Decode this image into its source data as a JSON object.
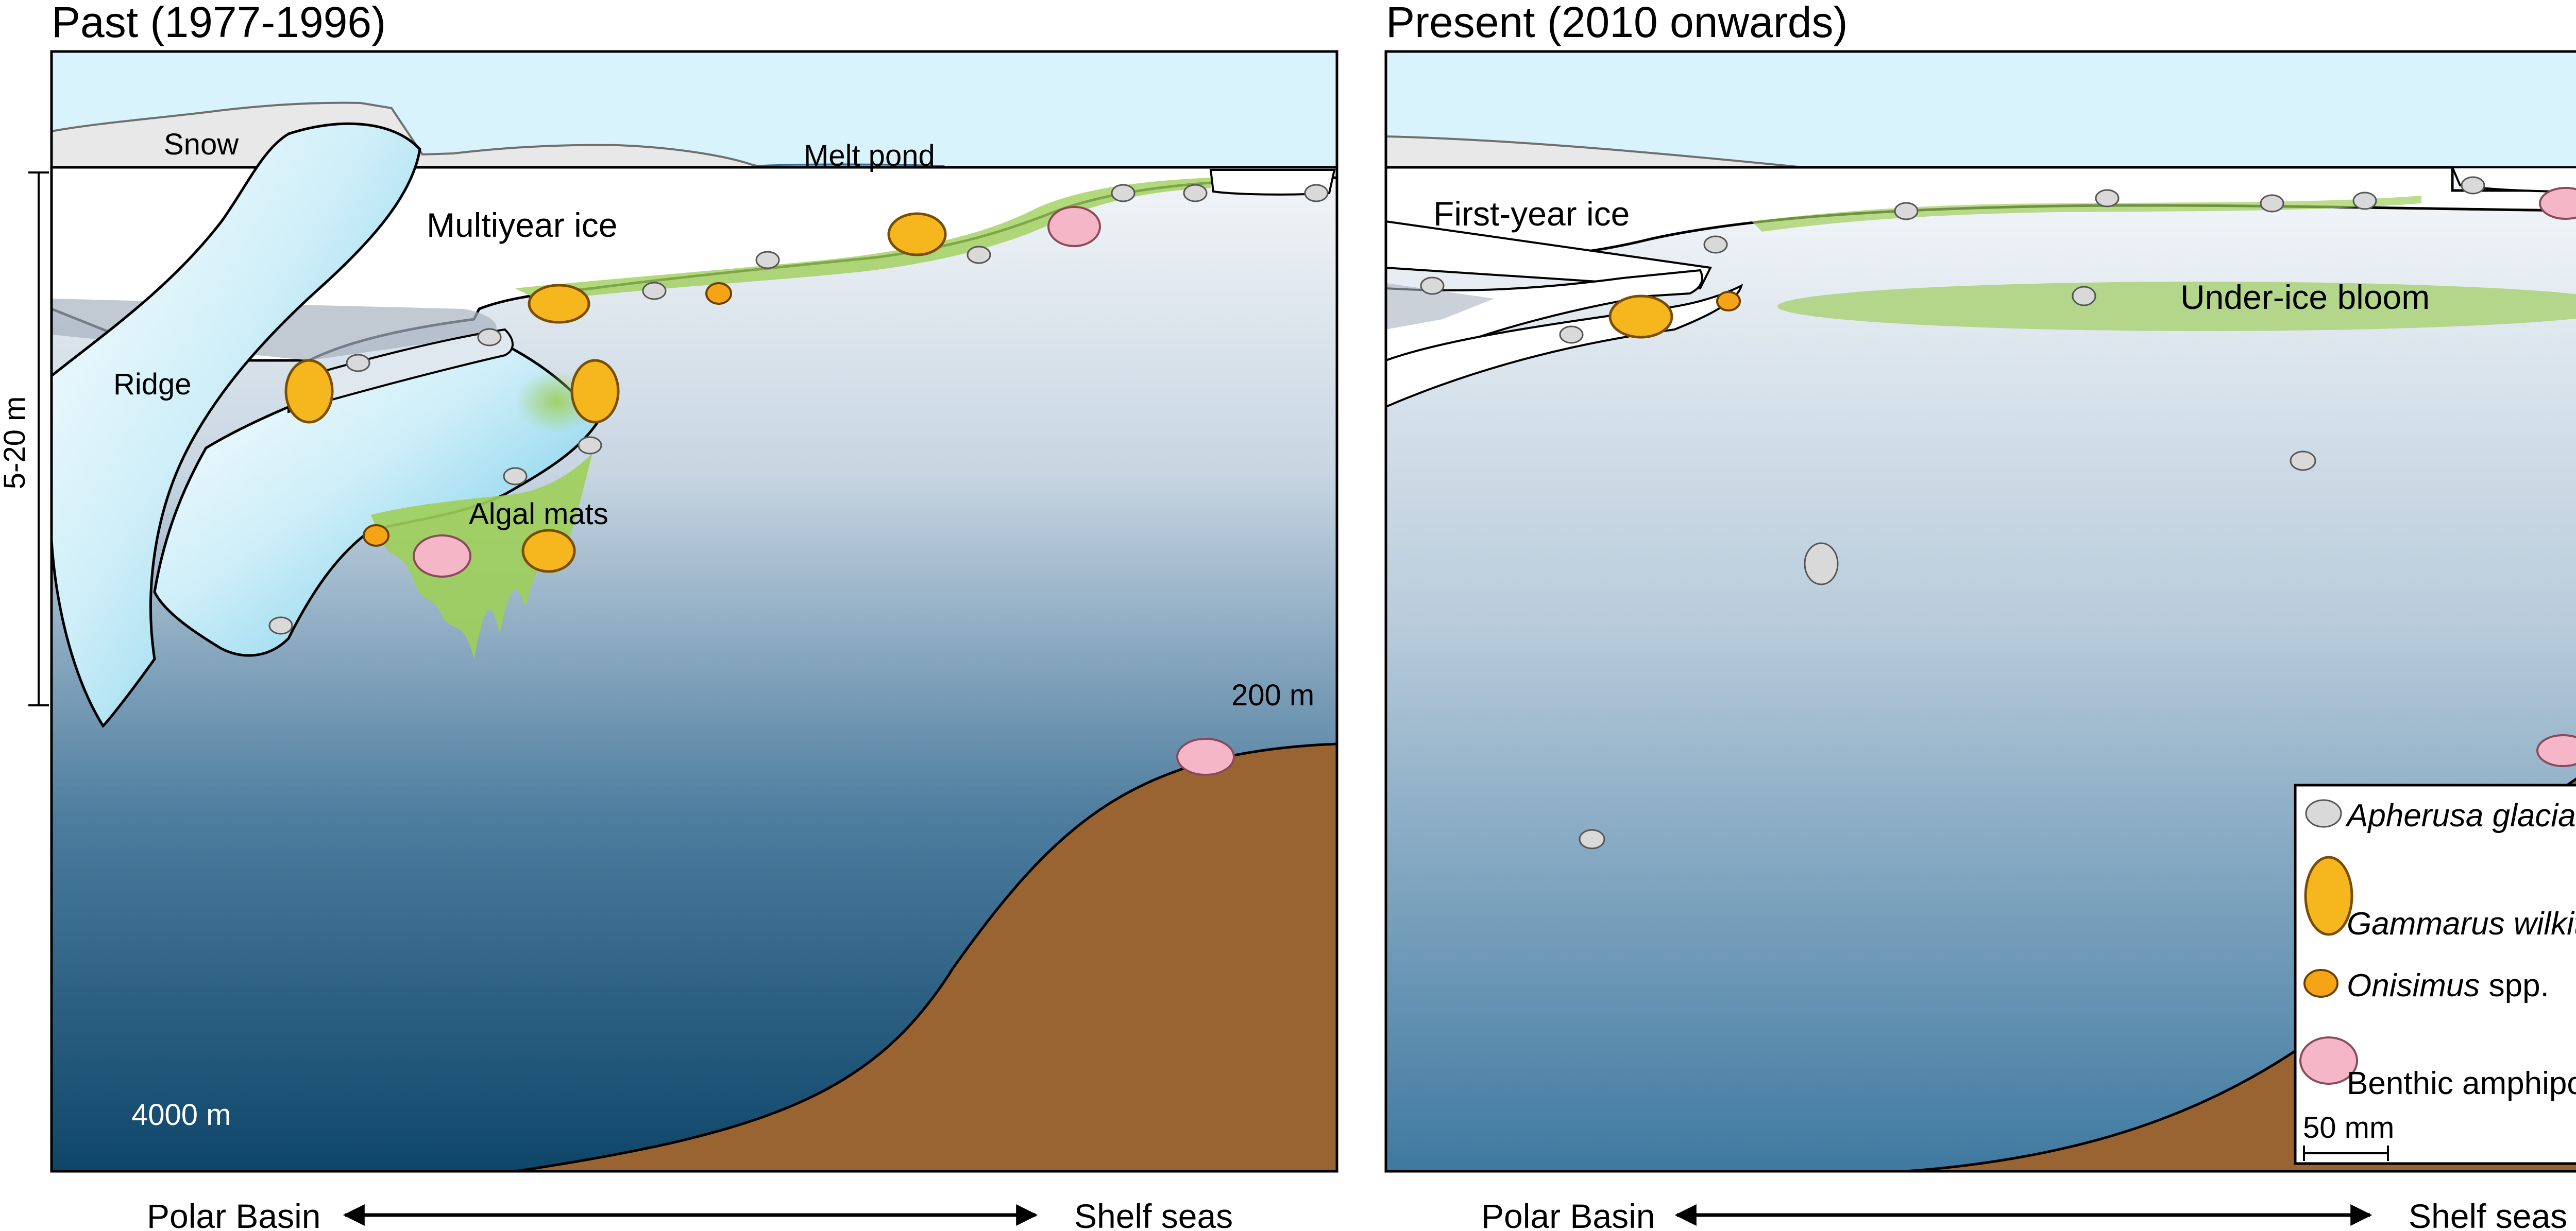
{
  "panels": {
    "past": {
      "title": "Past (1977-1996)",
      "snow": "Snow",
      "melt_pond": "Melt pond",
      "multiyear_ice": "Multiyear ice",
      "ridge": "Ridge",
      "algal_mats": "Algal mats",
      "scale_bar": "5-20 m",
      "depth_shelf": "200 m",
      "depth_basin": "4000 m"
    },
    "present": {
      "title": "Present (2010 onwards)",
      "first_year_ice": "First-year ice",
      "under_ice_bloom": "Under-ice bloom"
    }
  },
  "axis": {
    "left_label": "Polar Basin",
    "right_label": "Shelf seas"
  },
  "legend": {
    "apherusa": "Apherusa glacialis",
    "gammarus": "Gammarus wilkitzkii",
    "onisimus_genus": "Onisimus",
    "onisimus_suffix": " spp.",
    "benthic": "Benthic amphipods",
    "scale": "50 mm"
  },
  "colors": {
    "sky": "#d8f3fb",
    "ocean_top": "#f2f5f8",
    "ocean_deep_past": "#0e4669",
    "ocean_deep_present": "#3f79a0",
    "seabed": "#9a6432",
    "algae": "#9fcf5a",
    "bloom": "#b3d68b",
    "melt_pond": "#4fa7e0",
    "ice_blue": "#bde8f5",
    "apherusa": "#d9d9d9",
    "gammarus": "#f6b61e",
    "onisimus": "#f4a414",
    "benthic": "#f5b6c8"
  }
}
